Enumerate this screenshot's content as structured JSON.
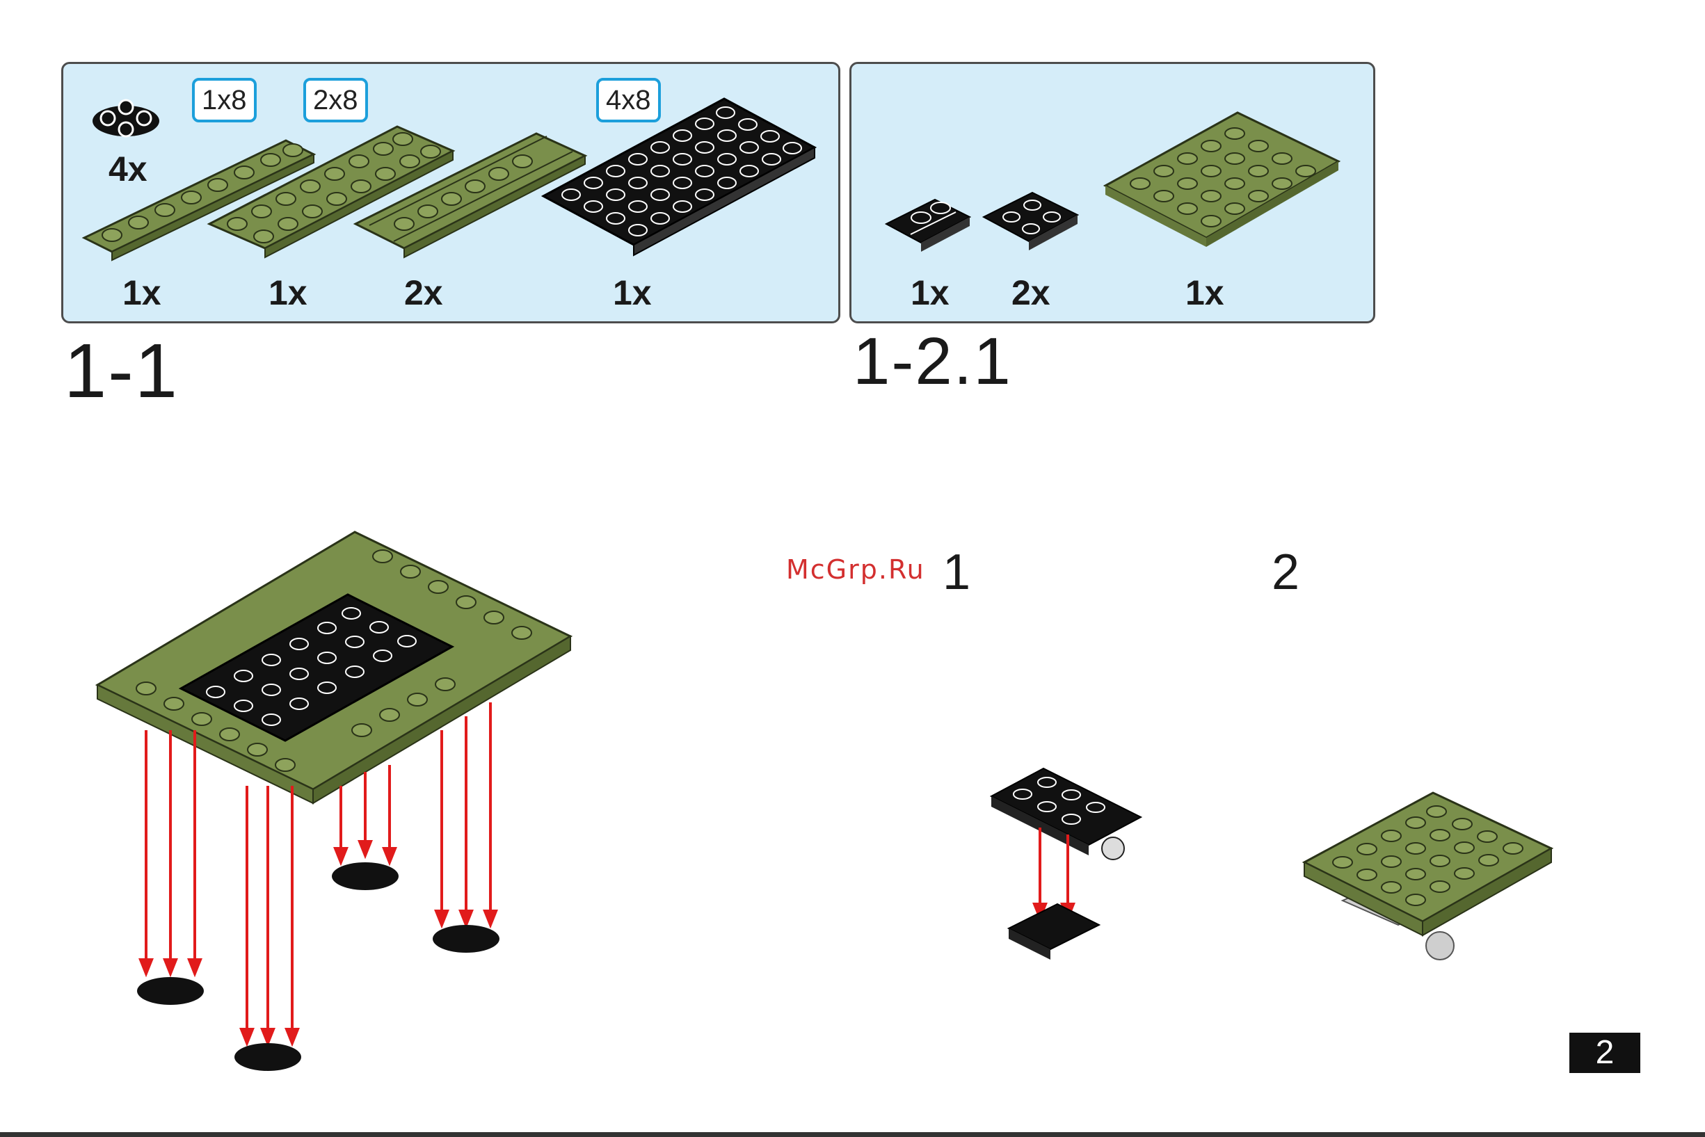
{
  "panel_1_1": {
    "size_tags": [
      "1x8",
      "2x8",
      "4x8"
    ],
    "quantities": [
      "4x",
      "1x",
      "1x",
      "2x",
      "1x"
    ]
  },
  "panel_1_2_1": {
    "quantities": [
      "1x",
      "2x",
      "1x"
    ]
  },
  "step_titles": {
    "step_a": "1-1",
    "step_b": "1-2.1"
  },
  "sub_steps": [
    "1",
    "2"
  ],
  "watermark": "McGrp.Ru",
  "page_number": "2",
  "colors": {
    "panel_bg": "#d5edf9",
    "olive_brick": "#7a8f4b",
    "black_brick": "#111111",
    "arrow_red": "#e11b1b",
    "tag_border": "#1c9fdb"
  }
}
